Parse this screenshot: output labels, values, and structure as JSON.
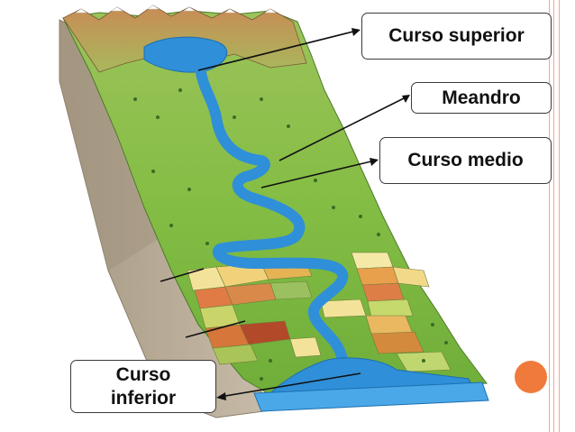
{
  "labels": {
    "upper": "Curso superior",
    "meander": "Meandro",
    "middle": "Curso medio",
    "lower_line1": "Curso",
    "lower_line2": "inferior"
  },
  "colors": {
    "river": "#2f8fd8",
    "terrain_green": "#7cb53c",
    "cliff": "#b8ab96",
    "slide_edge": "#f0a896",
    "accent_dot": "#f07a3c"
  }
}
